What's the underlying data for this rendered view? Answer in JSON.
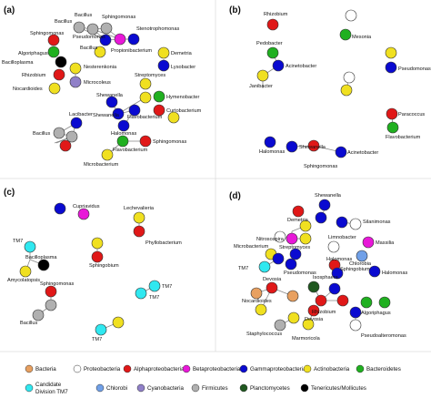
{
  "colors": {
    "bacteria": "#e8a060",
    "proteobacteria": "#ffffff",
    "alphaproteobacteria": "#e01818",
    "betaproteobacteria": "#e818d8",
    "gammaproteobacteria": "#0a0ad0",
    "actinobacteria": "#f0e020",
    "bacteroidetes": "#20b020",
    "candidate_tm7": "#30e8f0",
    "chlorobi": "#70a0e8",
    "cyanobacteria": "#9080c8",
    "firmicutes": "#b0b0b0",
    "planctomycetes": "#205820",
    "tenericutes": "#000000"
  },
  "panels": {
    "a": "(a)",
    "b": "(b)",
    "c": "(c)",
    "d": "(d)"
  },
  "labels": {
    "a_bacillus1": "Bacillus",
    "a_bacillus2": "Bacillus",
    "a_bacillus3": "Bacillus",
    "a_bacillus4": "Bacillus",
    "a_sphingomonas1": "Sphingomonas",
    "a_sphingomonas2": "Sphingomonas",
    "a_sphingomonas3": "Sphingomonas",
    "a_algoriphagus": "Algoriphagus",
    "a_pseudomonas": "Pseudomonas",
    "a_stenotrophomonas": "Stenotrophomonas",
    "a_propionibacterium": "Propionibacterium",
    "a_demetria": "Demetria",
    "a_lysobacter": "Lysobacter",
    "a_bacilloplasma": "Bacilloplasma",
    "a_nesterenkonia": "Nesterenkonia",
    "a_rhizobium": "Rhizobium",
    "a_microcoleus": "Microcoleus",
    "a_streptomyces": "Streptomyces",
    "a_nocardioides": "Nocardioides",
    "a_shewanella1": "Shewanella",
    "a_shewanella2": "Shewanella",
    "a_hymenobacter": "Hymenobacter",
    "a_flavobacterium1": "Flavobacterium",
    "a_curtobacterium": "Curtobacterium",
    "a_halomonas": "Halomonas",
    "a_lacibacter": "Lacibacter",
    "a_flavobacterium2": "Flavobacterium",
    "a_microbacterium": "Microbacterium",
    "b_rhizobium": "Rhizobium",
    "b_mesonia": "Mesonia",
    "b_pedobacter": "Pedobacter",
    "b_acinetobacter1": "Acinetobacter",
    "b_janibacter": "Janibacter",
    "b_pseudomonas": "Pseudomonas",
    "b_paracoccus": "Paracoccus",
    "b_flavobacterium": "Flavobacterium",
    "b_shewanella": "Shewanella",
    "b_halomonas": "Halomonas",
    "b_acinetobacter2": "Acinetobacter",
    "b_sphingomonas": "Sphingomonas",
    "c_cupriavidus": "Cupriavidus",
    "c_lechevalieria": "Lechevalieria",
    "c_phyllobacterium": "Phyllobacterium",
    "c_tm7_1": "TM7",
    "c_bacilloplasma": "Bacilloplasma",
    "c_sphingobium": "Sphingobium",
    "c_amycolatopsis": "Amycolatopsis",
    "c_tm7_2": "TM7",
    "c_tm7_3": "TM7",
    "c_sphingomonas": "Sphingomonas",
    "c_bacillus": "Bacillus",
    "c_tm7_4": "TM7",
    "d_shewanella": "Shewanella",
    "d_silanimonas": "Silanimonas",
    "d_demetria": "Demetria",
    "d_nitrosospira": "Nitrosospira",
    "d_streptomyces": "Streptomyces",
    "d_limnobacter": "Limnobacter",
    "d_massilia": "Massilia",
    "d_chlorobia": "Chlorobia",
    "d_microbacterium": "Microbacterium",
    "d_tm7": "TM7",
    "d_pseudomonas": "Pseudomonas",
    "d_halomonas1": "Halomonas",
    "d_sphingobium": "Sphingobium",
    "d_halomonas2": "Halomonas",
    "d_devosia1": "Devosia",
    "d_isosphaera": "Isosphaera",
    "d_algoriphagus": "Algoriphagus",
    "d_rhizobium": "Rhizobium",
    "d_nocardioides": "Nocardioides",
    "d_devosia2": "Devosia",
    "d_staphylococcus": "Staphylococcus",
    "d_marmoricola": "Marmoricola",
    "d_pseudoalteromonas": "Pseudoalteromonas"
  },
  "legend": {
    "bacteria": "Bacteria",
    "proteobacteria": "Proteobacteria",
    "alphaproteobacteria": "Alphaproteobacteria",
    "betaproteobacteria": "Betaproteobacteria",
    "gammaproteobacteria": "Gammaproteobacteria",
    "actinobacteria": "Actinobacteria",
    "bacteroidetes": "Bacteroidetes",
    "candidate_line1": "Candidate",
    "candidate_line2": "Division TM7",
    "chlorobi": "Chlorobi",
    "cyanobacteria": "Cyanobacteria",
    "firmicutes": "Firmicutes",
    "planctomycetes": "Planctomycetes",
    "tenericutes": "Tenericutes/Mollicutes"
  }
}
